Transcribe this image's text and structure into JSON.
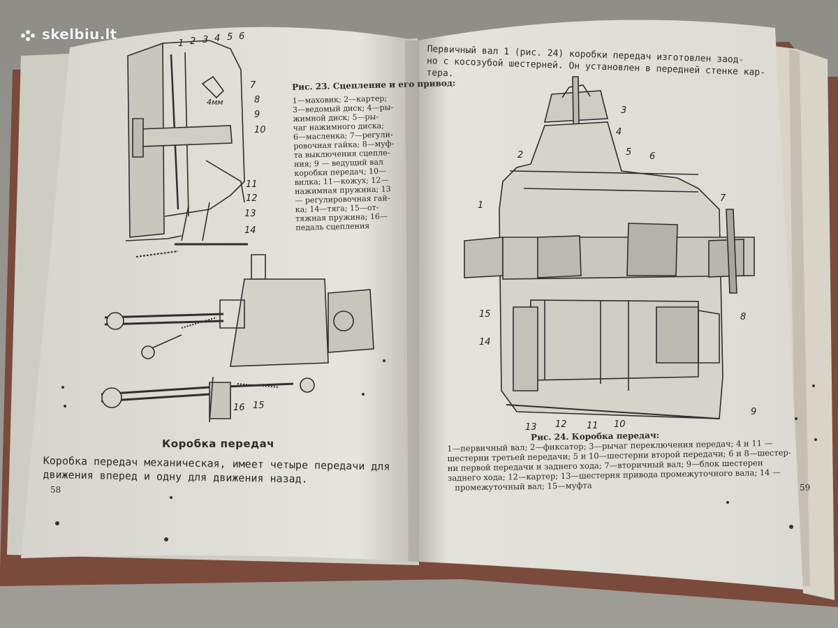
{
  "watermark": {
    "text": "skelbiu.lt"
  },
  "left_page": {
    "figure_caption": {
      "title": "Рис. 23. Сцепление и его привод:",
      "lines": [
        "1—маховик; 2—картер;",
        "3—ведомый диск; 4—ры-",
        "жимной диск; 5—ры-",
        "чаг нажимного диска;",
        "6—масленка; 7—регули-",
        "ровочная гайка; 8—муф-",
        "та выключения сцепле-",
        "ния; 9 — ведущий вал",
        "коробки передач; 10—",
        "вилка; 11—кожух; 12—",
        "нажимная пружина; 13",
        "— регулировочная гай-",
        "ка; 14—тяга; 15—от-",
        "тяжная пружина; 16—",
        "педаль сцепления"
      ]
    },
    "figure_labels": [
      "1",
      "2",
      "3",
      "4",
      "5",
      "6",
      "7",
      "8",
      "9",
      "10",
      "11",
      "12",
      "13",
      "14",
      "15",
      "16"
    ],
    "dimension_label": "4мм",
    "section_title": "Коробка передач",
    "body_lines": [
      "Коробка передач механическая, имеет четыре   передачи для",
      "движения вперед и одну  для движения назад."
    ],
    "page_number": "58"
  },
  "right_page": {
    "intro_lines": [
      "Первичный вал 1 (рис. 24) коробки  передач изготовлен заод-",
      "но с косозубой шестерней. Он установлен в передней стенке кар-",
      "тера."
    ],
    "figure_labels": [
      "1",
      "2",
      "3",
      "4",
      "5",
      "6",
      "7",
      "8",
      "9",
      "10",
      "11",
      "12",
      "13",
      "14",
      "15"
    ],
    "figure_caption": {
      "title": "Рис. 24. Коробка передач:",
      "lines": [
        "1—первичный вал; 2—фиксатор;    3—рычаг переключения передач; 4 и 11 —",
        "шестерни третьей передачи; 5 и 10—шестерни второй передачи; 6 и 8—шестер-",
        "ни первой передачи и  заднего хода;   7—вторичный вал;  9—блок шестерен",
        "заднего хода; 12—картер; 13—шестерня привода  промежуточного вала; 14 —",
        "промежуточный вал; 15—муфта"
      ]
    },
    "page_number": "59"
  },
  "colors": {
    "paper": "#e3e1da",
    "paper_shadow": "#b9b6ad",
    "ink": "#2b2b2b",
    "background": "#8c8a85",
    "cover": "#7a4a3a"
  }
}
